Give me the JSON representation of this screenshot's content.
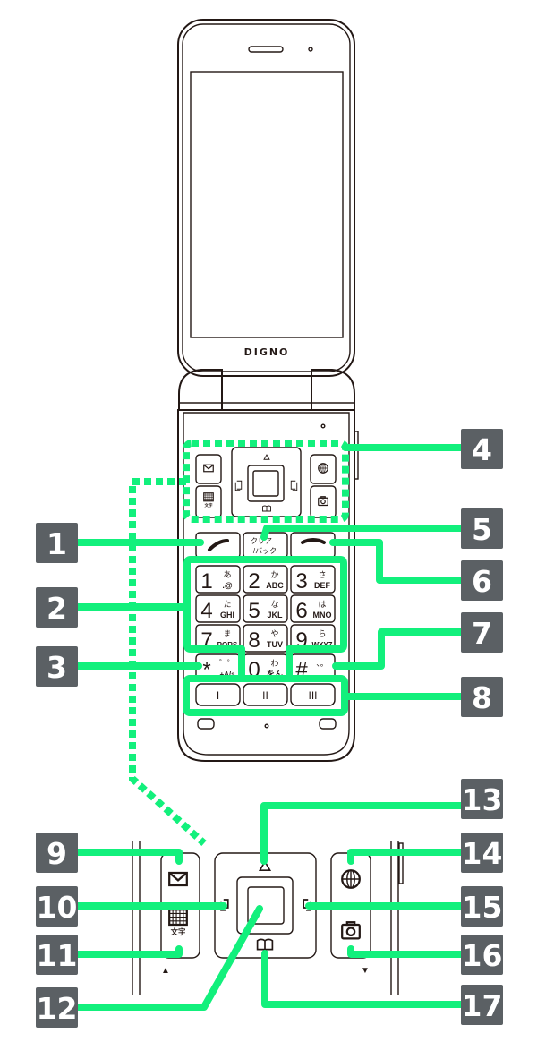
{
  "phone": {
    "brand": "DIGNO",
    "clear_key": [
      "クリア",
      "/バック"
    ],
    "char_key": "文字",
    "keypad": [
      {
        "digit": "1",
        "kana": "あ",
        "letters": ".@"
      },
      {
        "digit": "2",
        "kana": "か",
        "letters": "ABC"
      },
      {
        "digit": "3",
        "kana": "さ",
        "letters": "DEF"
      },
      {
        "digit": "4",
        "kana": "た",
        "letters": "GHI"
      },
      {
        "digit": "5",
        "kana": "な",
        "letters": "JKL"
      },
      {
        "digit": "6",
        "kana": "は",
        "letters": "MNO"
      },
      {
        "digit": "7",
        "kana": "ま",
        "letters": "PQRS"
      },
      {
        "digit": "8",
        "kana": "や",
        "letters": "TUV"
      },
      {
        "digit": "9",
        "kana": "ら",
        "letters": "WXYZ"
      },
      {
        "digit": "*",
        "kana": "゛゜",
        "letters": "+A/a"
      },
      {
        "digit": "0",
        "kana": "わ",
        "letters": "をん"
      },
      {
        "digit": "#",
        "kana": "、。",
        "letters": ""
      }
    ],
    "function_keys": [
      "I",
      "II",
      "III"
    ]
  },
  "callouts": [
    "1",
    "2",
    "3",
    "4",
    "5",
    "6",
    "7",
    "8",
    "9",
    "10",
    "11",
    "12",
    "13",
    "14",
    "15",
    "16",
    "17"
  ],
  "colors": {
    "highlight": "#12f07c",
    "label_bg": "#5b6064",
    "outline": "#231815"
  }
}
